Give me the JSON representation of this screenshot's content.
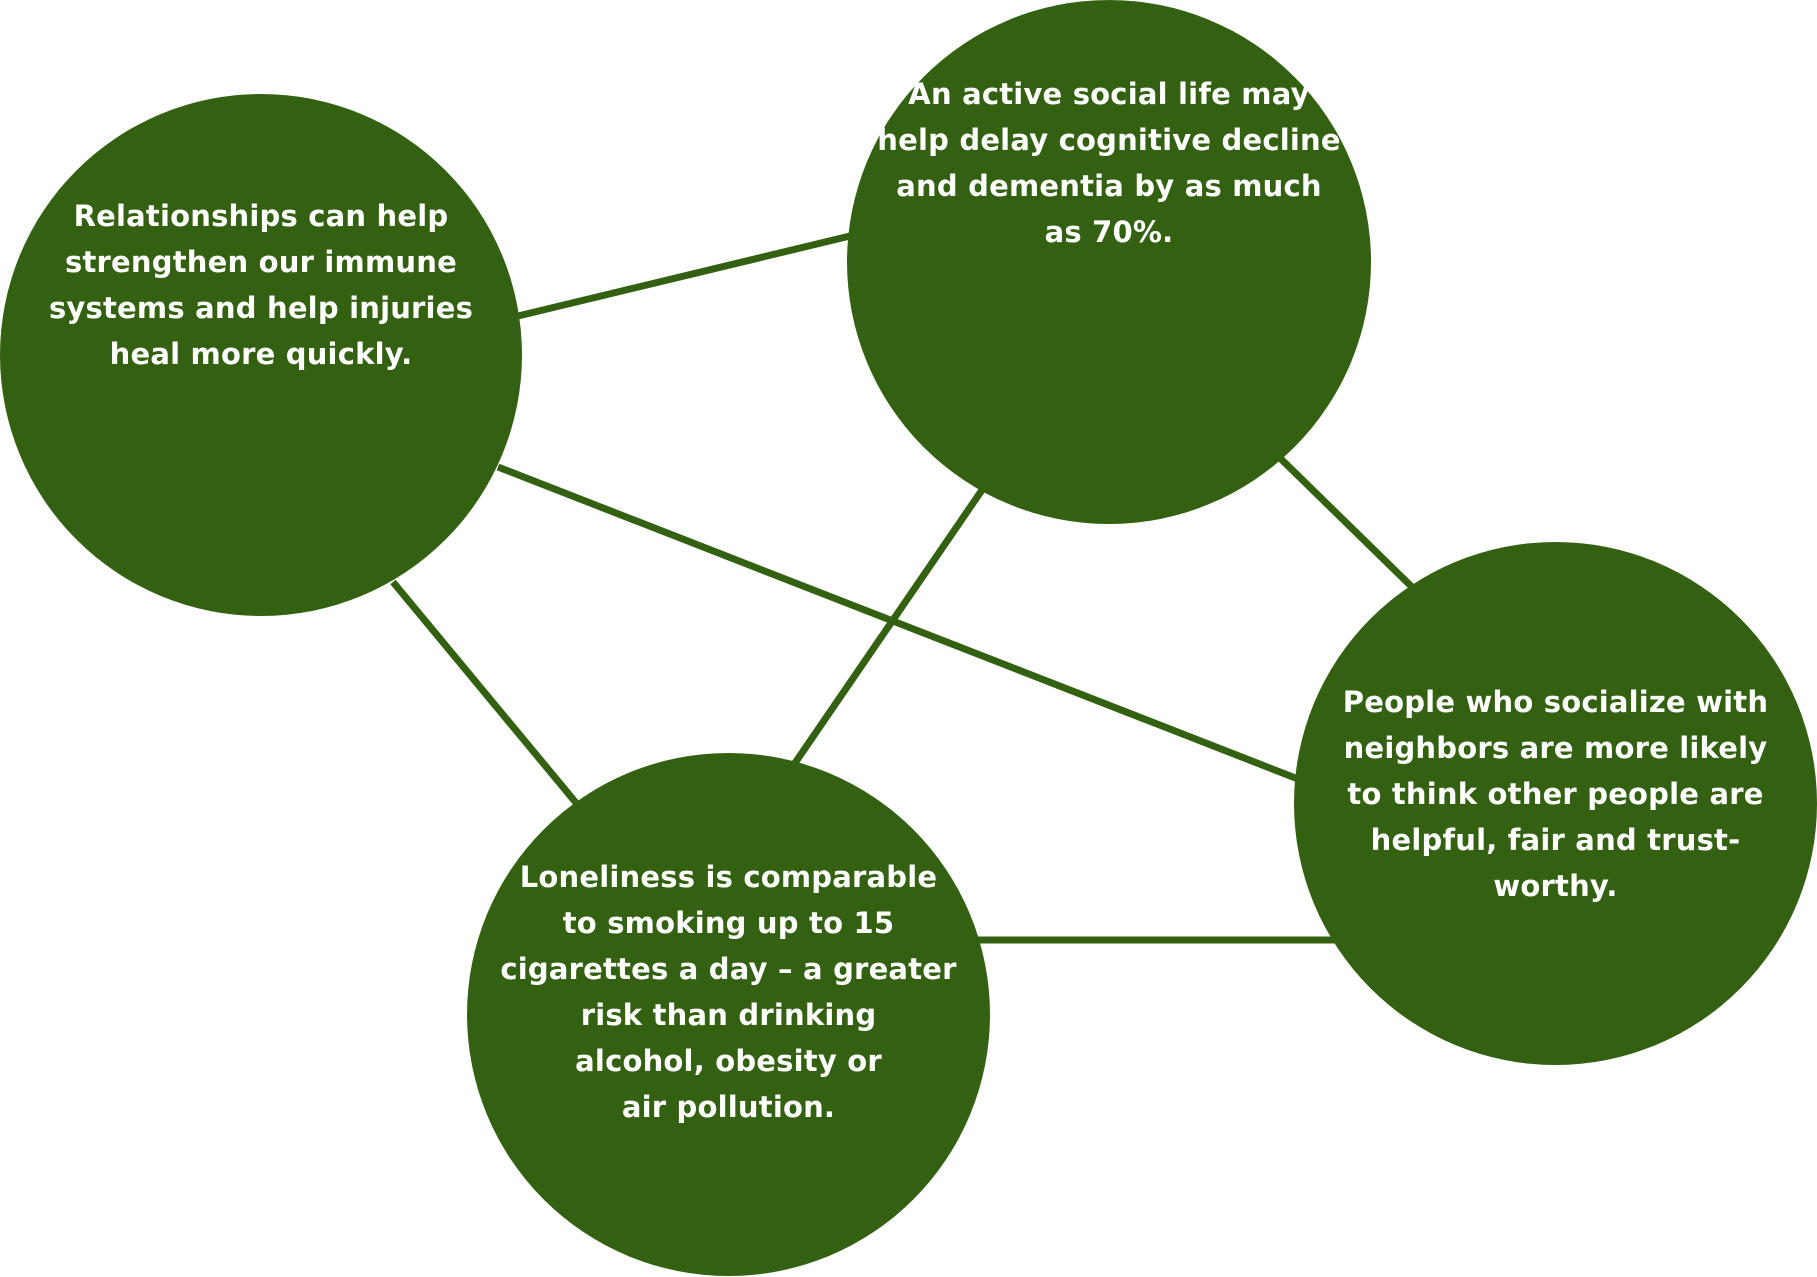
{
  "diagram": {
    "type": "network",
    "colors": {
      "node_fill": "#336111",
      "connector": "#336111",
      "node_text": "#ffffff",
      "background": "#ffffff"
    },
    "nodes": [
      {
        "id": "immune",
        "text": "Relationships can help\nstrengthen our immune\nsystems and help injuries\nheal more quickly."
      },
      {
        "id": "cognitive",
        "text": "An active social life may\nhelp delay cognitive decline\nand dementia by as much\nas 70%."
      },
      {
        "id": "neighbors",
        "text": "People who socialize with\nneighbors are more likely\nto think other people are\nhelpful, fair and trust-\nworthy."
      },
      {
        "id": "loneliness",
        "text": "Loneliness is comparable\nto smoking up to 15\ncigarettes a day – a greater\nrisk than drinking\nalcohol, obesity or\nair pollution."
      }
    ],
    "connections": [
      {
        "from": "immune",
        "to": "cognitive"
      },
      {
        "from": "immune",
        "to": "neighbors"
      },
      {
        "from": "immune",
        "to": "loneliness"
      },
      {
        "from": "cognitive",
        "to": "neighbors"
      },
      {
        "from": "cognitive",
        "to": "loneliness"
      },
      {
        "from": "loneliness",
        "to": "neighbors"
      }
    ]
  }
}
